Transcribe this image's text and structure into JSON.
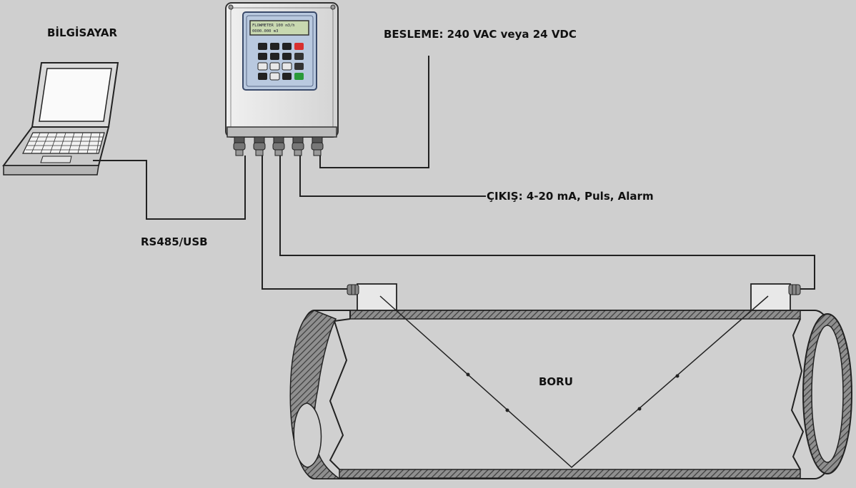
{
  "labels": {
    "computer": "BİLGİSAYAR",
    "power": "BESLEME: 240 VAC veya 24 VDC",
    "output": "ÇIKIŞ: 4-20 mA, Puls, Alarm",
    "comm": "RS485/USB",
    "pipe": "BORU"
  },
  "colors": {
    "background": "#cfcfcf",
    "line": "#222222",
    "enclosure": "#e4e4e4",
    "keypad_panel": "#b9c9df",
    "key_red": "#d83030",
    "key_green": "#2a9a3a"
  },
  "device_display": {
    "line1": "FLOWMETER   100 m3/h",
    "line2": "0000.000 m3"
  }
}
